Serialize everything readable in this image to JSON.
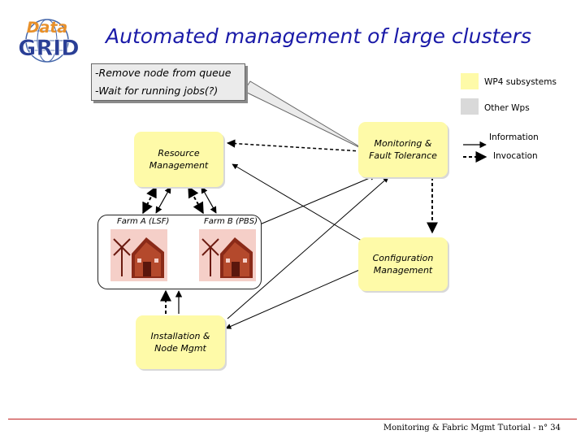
{
  "slide": {
    "title": "Automated management of large clusters",
    "logo": {
      "top_text": "Data",
      "bottom_text": "GRID",
      "icon": "globe-icon"
    },
    "footer": "Monitoring & Fabric Mgmt Tutorial - n° 34"
  },
  "callout": {
    "line1": "-Remove node from queue",
    "line2": "-Wait for running jobs(?)"
  },
  "legend": {
    "wp4_label": "WP4 subsystems",
    "other_label": "Other Wps",
    "information_label": "Information",
    "invocation_label": "Invocation",
    "colors": {
      "wp4": "#fefaa8",
      "other": "#d9d9d9"
    }
  },
  "nodes": {
    "resource_management": "Resource Management",
    "monitoring": "Monitoring & Fault Tolerance",
    "configuration": "Configuration Management",
    "installation": "Installation & Node Mgmt",
    "farm_a": "Farm A (LSF)",
    "farm_b": "Farm B (PBS)"
  }
}
